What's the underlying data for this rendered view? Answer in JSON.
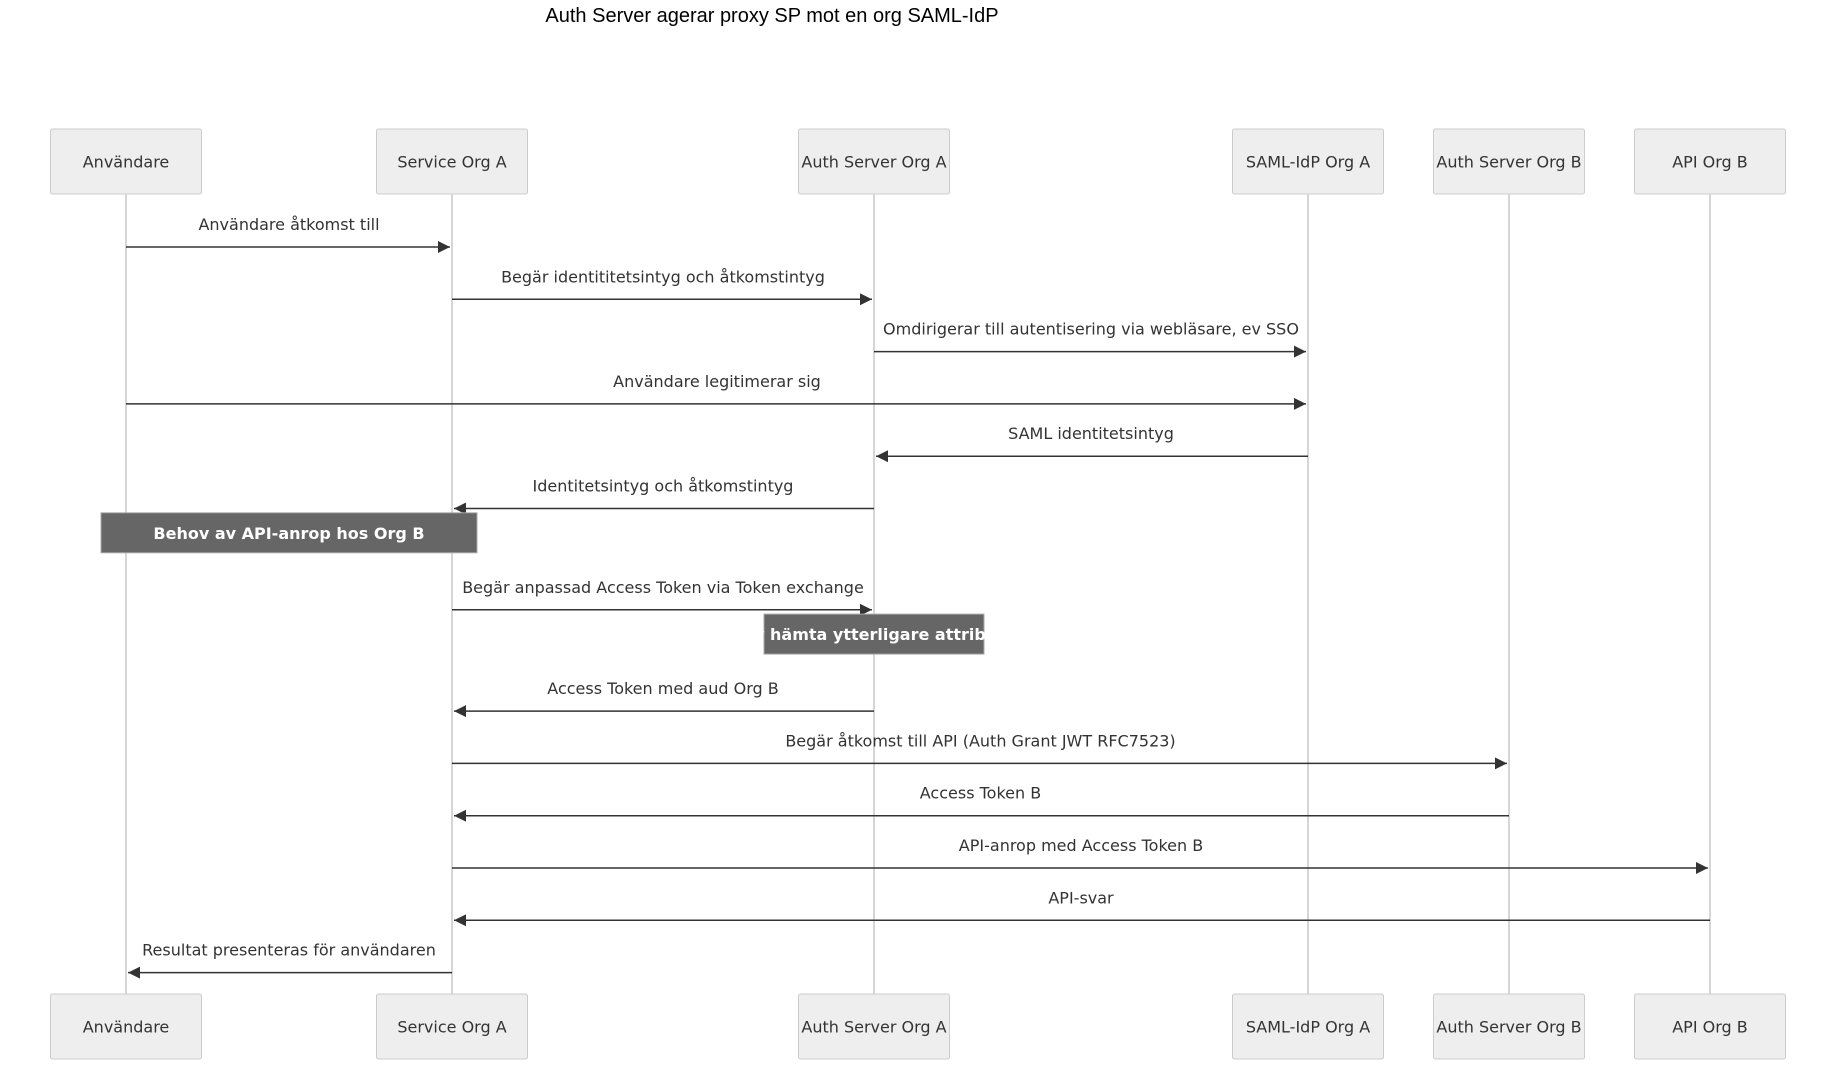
{
  "diagram": {
    "title": "Auth Server agerar proxy SP mot en org SAML-IdP",
    "participants": [
      {
        "id": "user",
        "label": "Användare"
      },
      {
        "id": "svcA",
        "label": "Service Org A"
      },
      {
        "id": "asA",
        "label": "Auth Server Org A"
      },
      {
        "id": "idpA",
        "label": "SAML-IdP Org A"
      },
      {
        "id": "asB",
        "label": "Auth Server Org B"
      },
      {
        "id": "apiB",
        "label": "API Org B"
      }
    ],
    "steps": [
      {
        "kind": "message",
        "from": "user",
        "to": "svcA",
        "label": "Användare åtkomst till"
      },
      {
        "kind": "message",
        "from": "svcA",
        "to": "asA",
        "label": "Begär identititetsintyg och åtkomstintyg"
      },
      {
        "kind": "message",
        "from": "asA",
        "to": "idpA",
        "label": "Omdirigerar till autentisering via webläsare, ev SSO"
      },
      {
        "kind": "message",
        "from": "user",
        "to": "idpA",
        "label": "Användare legitimerar sig"
      },
      {
        "kind": "message",
        "from": "idpA",
        "to": "asA",
        "label": "SAML identitetsintyg"
      },
      {
        "kind": "message",
        "from": "asA",
        "to": "svcA",
        "label": "Identitetsintyg och åtkomstintyg"
      },
      {
        "kind": "note",
        "over": [
          "user",
          "svcA"
        ],
        "label": "Behov av API-anrop hos Org B"
      },
      {
        "kind": "message",
        "from": "svcA",
        "to": "asA",
        "label": "Begär anpassad Access Token via Token exchange"
      },
      {
        "kind": "note",
        "over": [
          "asA"
        ],
        "label": "Ev hämta ytterligare attribut"
      },
      {
        "kind": "message",
        "from": "asA",
        "to": "svcA",
        "label": "Access Token med aud Org B"
      },
      {
        "kind": "message",
        "from": "svcA",
        "to": "asB",
        "label": "Begär åtkomst till API (Auth Grant JWT RFC7523)"
      },
      {
        "kind": "message",
        "from": "asB",
        "to": "svcA",
        "label": "Access Token B"
      },
      {
        "kind": "message",
        "from": "svcA",
        "to": "apiB",
        "label": "API-anrop med Access Token B"
      },
      {
        "kind": "message",
        "from": "apiB",
        "to": "svcA",
        "label": "API-svar"
      },
      {
        "kind": "message",
        "from": "svcA",
        "to": "user",
        "label": "Resultat presenteras för användaren"
      }
    ]
  }
}
